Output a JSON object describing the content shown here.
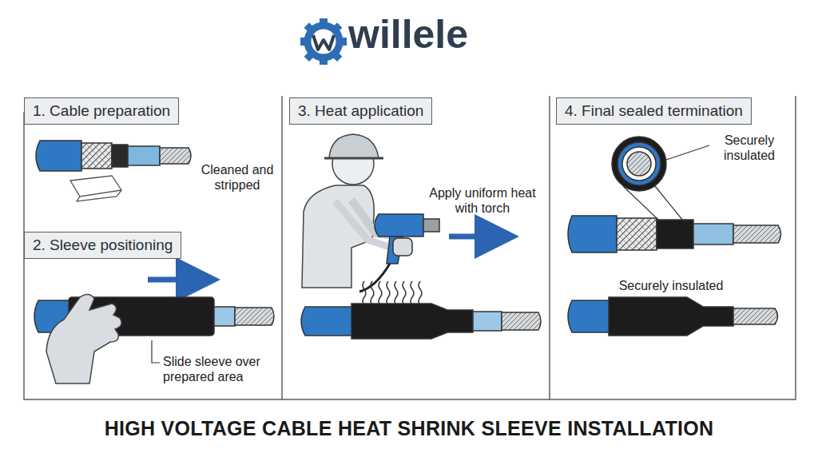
{
  "diagram": {
    "title": "HIGH VOLTAGE CABLE HEAT SHRINK SLEEVE INSTALLATION",
    "nodes": [
      {
        "text": [
          "1. Cable preparation"
        ]
      },
      {
        "text": [
          "2. Sleeve positioning"
        ]
      },
      {
        "text": [
          "3. Heat application"
        ]
      },
      {
        "text": [
          "4. Final sealed termination"
        ]
      }
    ],
    "labels": [
      "willele",
      "Cleaned and stripped",
      "Slide sleeve over prepared area",
      "Apply uniform heat with torch",
      "Securely insulated",
      "Securely insulated"
    ]
  }
}
